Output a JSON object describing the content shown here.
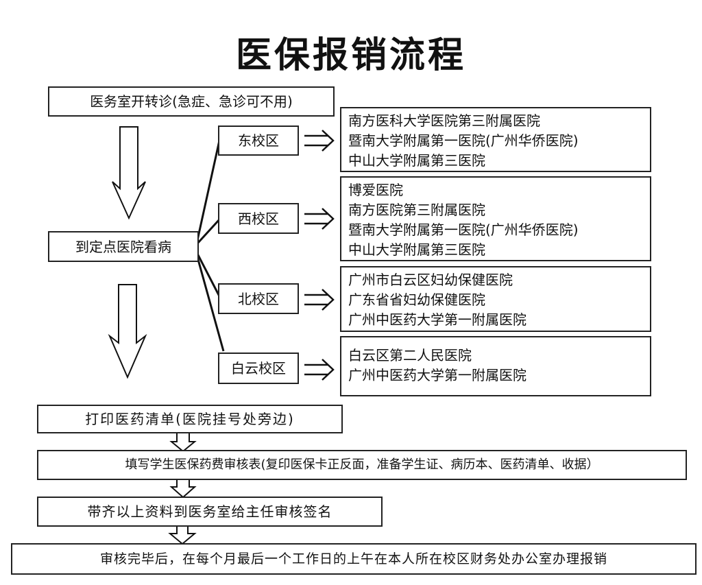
{
  "title": "医保报销流程",
  "step1": "医务室开转诊(急症、急诊可不用)",
  "step2": "到定点医院看病",
  "campuses": [
    {
      "name": "东校区",
      "hospitals": [
        "南方医科大学医院第三附属医院",
        "暨南大学附属第一医院(广州华侨医院)",
        "中山大学附属第三医院"
      ]
    },
    {
      "name": "西校区",
      "hospitals": [
        "博爱医院",
        "南方医院第三附属医院",
        "暨南大学附属第一医院(广州华侨医院)",
        "中山大学附属第三医院"
      ]
    },
    {
      "name": "北校区",
      "hospitals": [
        "广州市白云区妇幼保健医院",
        "广东省省妇幼保健医院",
        "广州中医药大学第一附属医院"
      ]
    },
    {
      "name": "白云校区",
      "hospitals": [
        "白云区第二人民医院",
        "广州中医药大学第一附属医院"
      ]
    }
  ],
  "step3": "打印医药清单(医院挂号处旁边)",
  "step4": "填写学生医保药费审核表(复印医保卡正反面，准备学生证、病历本、医药清单、收据）",
  "step5": "带齐以上资料到医务室给主任审核签名",
  "step6": "审核完毕后，在每个月最后一个工作日的上午在本人所在校区财务处办公室办理报销"
}
